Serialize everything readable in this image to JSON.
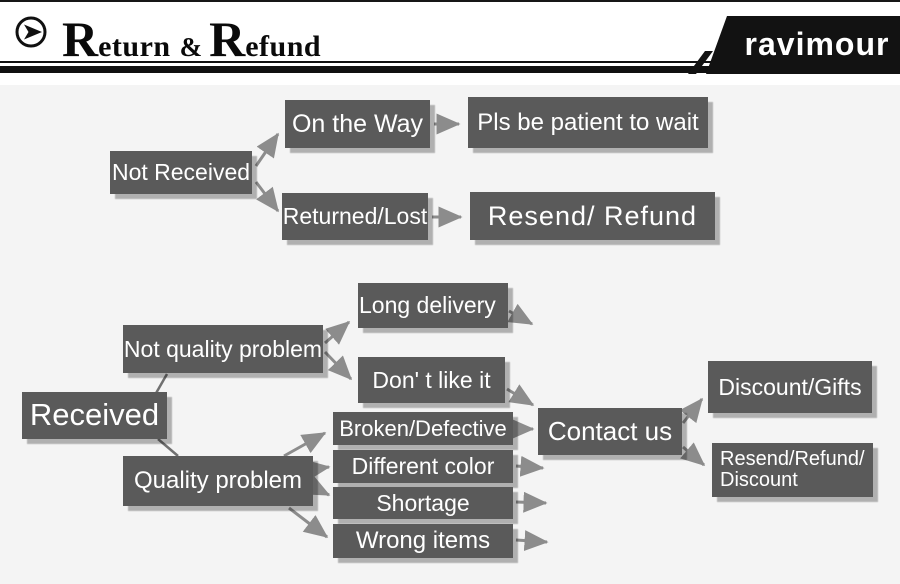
{
  "header": {
    "title": {
      "cap1": "R",
      "rest1": "eturn",
      "amp": "&",
      "cap2": "R",
      "rest2": "efund"
    },
    "brand": "ravimour"
  },
  "nodes": {
    "not_received": "Not Received",
    "on_the_way": "On the Way",
    "pls_wait": "Pls be patient to wait",
    "returned_lost": "Returned/Lost",
    "resend_refund": "Resend/ Refund",
    "received": "Received",
    "not_quality_problem": "Not quality problem",
    "long_delivery": "Long delivery",
    "dont_like_it": "Don' t like it",
    "contact_us": "Contact us",
    "discount_gifts": "Discount/Gifts",
    "resend_refund_discount_line1": "Resend/Refund/",
    "resend_refund_discount_line2": "Discount",
    "quality_problem": "Quality problem",
    "broken_defective": "Broken/Defective",
    "different_color": "Different color",
    "shortage": "Shortage",
    "wrong_items": "Wrong items"
  },
  "edges": [
    {
      "from": "not-received",
      "to": "on-the-way",
      "arrowhead": true
    },
    {
      "from": "not-received",
      "to": "returned-lost",
      "arrowhead": true
    },
    {
      "from": "on-the-way",
      "to": "pls-be-patient-to-wait",
      "arrowhead": true
    },
    {
      "from": "returned-lost",
      "to": "resend-refund",
      "arrowhead": true
    },
    {
      "from": "received",
      "to": "not-quality-problem",
      "arrowhead": false
    },
    {
      "from": "received",
      "to": "quality-problem",
      "arrowhead": false
    },
    {
      "from": "not-quality-problem",
      "to": "long-delivery",
      "arrowhead": true
    },
    {
      "from": "not-quality-problem",
      "to": "dont-like-it",
      "arrowhead": true
    },
    {
      "from": "long-delivery",
      "to": null,
      "arrowhead": true
    },
    {
      "from": "dont-like-it",
      "to": "contact-us",
      "arrowhead": true
    },
    {
      "from": "quality-problem",
      "to": "broken-defective",
      "arrowhead": true
    },
    {
      "from": "quality-problem",
      "to": "different-color",
      "arrowhead": true
    },
    {
      "from": "quality-problem",
      "to": "shortage",
      "arrowhead": true
    },
    {
      "from": "quality-problem",
      "to": "wrong-items",
      "arrowhead": true
    },
    {
      "from": "broken-defective",
      "to": "contact-us",
      "arrowhead": true
    },
    {
      "from": "different-color",
      "to": null,
      "arrowhead": true
    },
    {
      "from": "shortage",
      "to": null,
      "arrowhead": true
    },
    {
      "from": "wrong-items",
      "to": null,
      "arrowhead": true
    },
    {
      "from": "contact-us",
      "to": "discount-gifts",
      "arrowhead": true
    },
    {
      "from": "contact-us",
      "to": "resend-refund-discount",
      "arrowhead": true
    }
  ],
  "colors": {
    "box_background": "#5a5a5a",
    "box_text": "#ffffff",
    "arrow": "#8c8c8c",
    "connector_line": "#707070",
    "header_text": "#0a0a0a",
    "header_rule": "#101010",
    "logo_background": "#121212",
    "logo_text": "#ffffff",
    "canvas_background": "#f4f4f4"
  }
}
